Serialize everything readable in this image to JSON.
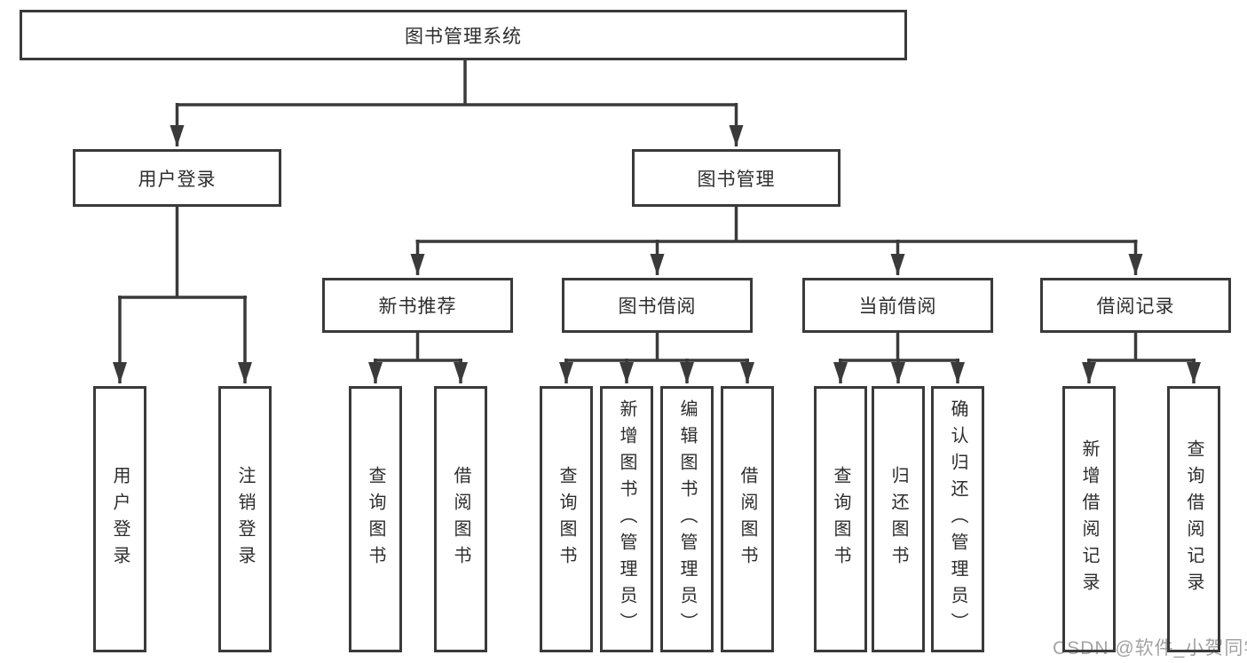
{
  "diagram": {
    "type": "hierarchy-tree",
    "colors": {
      "line": "#3a3a3a",
      "text": "#2d2d2d",
      "watermark": "#a3a3a3",
      "background": "#ffffff"
    },
    "watermark": "CSDN @软件_小贺同学",
    "nodes": {
      "root": {
        "label": "图书管理系统"
      },
      "user_login": {
        "label": "用户登录"
      },
      "book_mgmt": {
        "label": "图书管理"
      },
      "new_book_rec": {
        "label": "新书推荐"
      },
      "book_borrow": {
        "label": "图书借阅"
      },
      "current_borrow": {
        "label": "当前借阅"
      },
      "borrow_records": {
        "label": "借阅记录"
      },
      "leaf_user_login": {
        "label": "用户登录"
      },
      "leaf_logout": {
        "label": "注销登录"
      },
      "leaf_rec_query_books": {
        "label": "查询图书"
      },
      "leaf_rec_borrow_books": {
        "label": "借阅图书"
      },
      "leaf_bb_query_books": {
        "label": "查询图书"
      },
      "leaf_bb_add_books_admin": {
        "label": "新增图书（管理员）"
      },
      "leaf_bb_edit_books_admin": {
        "label": "编辑图书（管理员）"
      },
      "leaf_bb_borrow_books": {
        "label": "借阅图书"
      },
      "leaf_cb_query_books": {
        "label": "查询图书"
      },
      "leaf_cb_return_books": {
        "label": "归还图书"
      },
      "leaf_cb_confirm_return_admin": {
        "label": "确认归还（管理员）"
      },
      "leaf_br_add_record": {
        "label": "新增借阅记录"
      },
      "leaf_br_query_record": {
        "label": "查询借阅记录"
      }
    },
    "edges": [
      [
        "root",
        "user_login"
      ],
      [
        "root",
        "book_mgmt"
      ],
      [
        "user_login",
        "leaf_user_login"
      ],
      [
        "user_login",
        "leaf_logout"
      ],
      [
        "book_mgmt",
        "new_book_rec"
      ],
      [
        "book_mgmt",
        "book_borrow"
      ],
      [
        "book_mgmt",
        "current_borrow"
      ],
      [
        "book_mgmt",
        "borrow_records"
      ],
      [
        "new_book_rec",
        "leaf_rec_query_books"
      ],
      [
        "new_book_rec",
        "leaf_rec_borrow_books"
      ],
      [
        "book_borrow",
        "leaf_bb_query_books"
      ],
      [
        "book_borrow",
        "leaf_bb_add_books_admin"
      ],
      [
        "book_borrow",
        "leaf_bb_edit_books_admin"
      ],
      [
        "book_borrow",
        "leaf_bb_borrow_books"
      ],
      [
        "current_borrow",
        "leaf_cb_query_books"
      ],
      [
        "current_borrow",
        "leaf_cb_return_books"
      ],
      [
        "current_borrow",
        "leaf_cb_confirm_return_admin"
      ],
      [
        "borrow_records",
        "leaf_br_add_record"
      ],
      [
        "borrow_records",
        "leaf_br_query_record"
      ]
    ]
  }
}
